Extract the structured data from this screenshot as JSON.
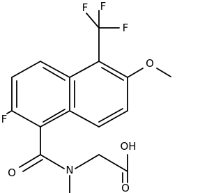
{
  "diagram": {
    "type": "skeletal-structure",
    "colors": {
      "background": "#ffffff",
      "ink": "#000000"
    },
    "atoms": [
      {
        "id": "F1",
        "symbol": "F"
      },
      {
        "id": "F2",
        "symbol": "F"
      },
      {
        "id": "F3",
        "symbol": "F"
      },
      {
        "id": "O_methoxy",
        "symbol": "O"
      },
      {
        "id": "F_ring",
        "symbol": "F"
      },
      {
        "id": "O_carbonyl",
        "symbol": "O"
      },
      {
        "id": "N_amide",
        "symbol": "N"
      },
      {
        "id": "OH",
        "symbol": "OH"
      },
      {
        "id": "O_acid",
        "symbol": "O"
      }
    ]
  }
}
